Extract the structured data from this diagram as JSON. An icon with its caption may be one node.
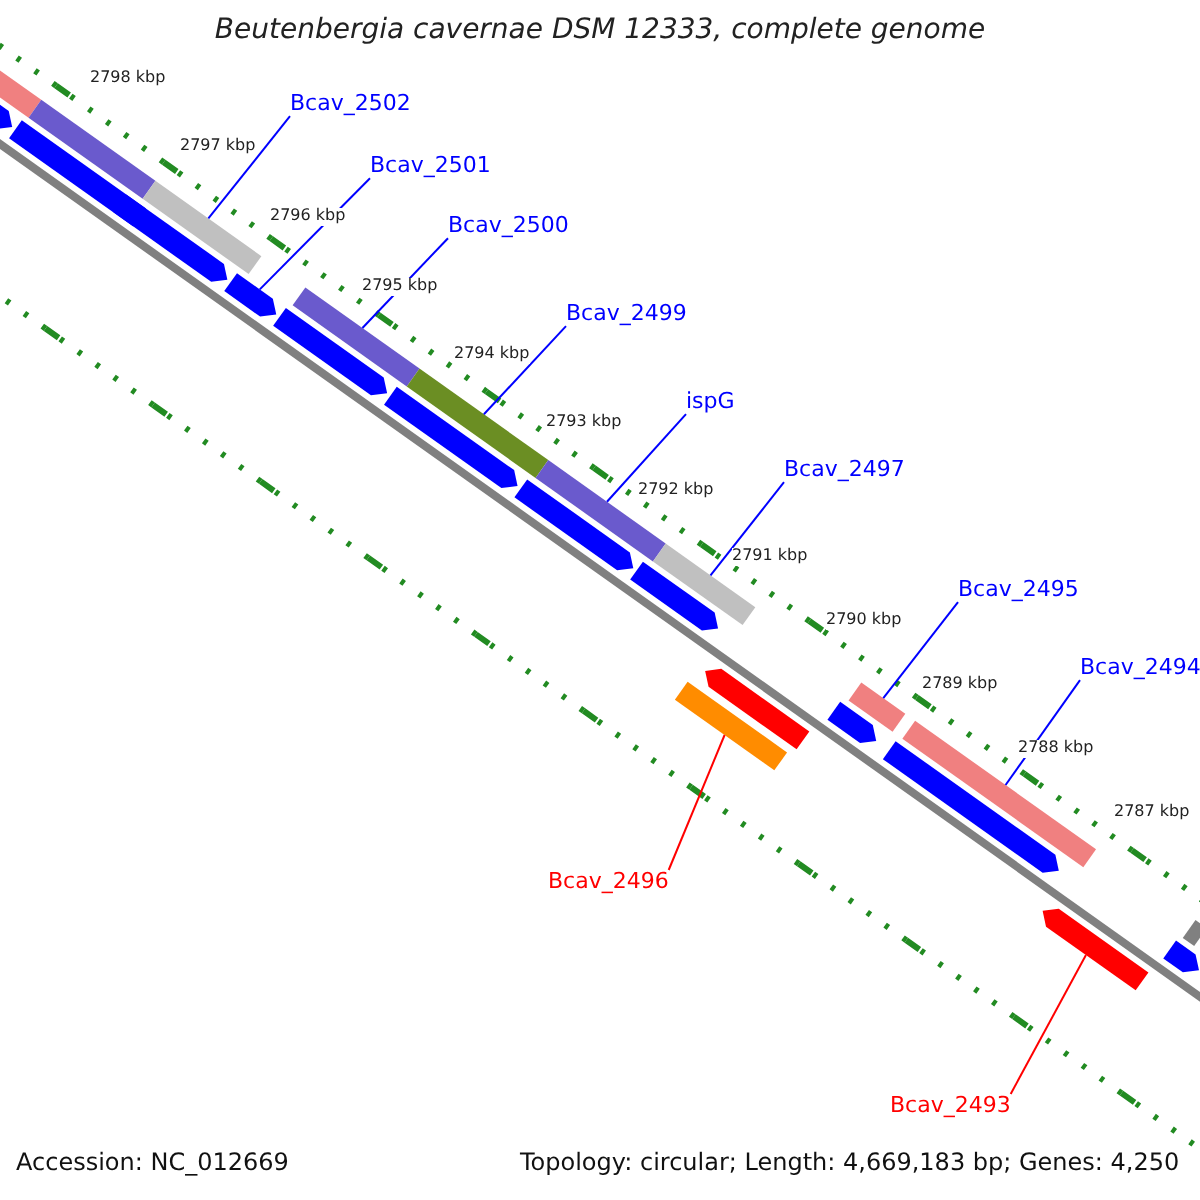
{
  "diagram": {
    "title": "Beutenbergia cavernae DSM 12333, complete genome",
    "nodes": [
      {
        "text": [
          "Bcav_2502"
        ]
      },
      {
        "text": [
          "Bcav_2501"
        ]
      },
      {
        "text": [
          "Bcav_2500"
        ]
      },
      {
        "text": [
          "Bcav_2499"
        ]
      },
      {
        "text": [
          "ispG"
        ]
      },
      {
        "text": [
          "Bcav_2497"
        ]
      },
      {
        "text": [
          "Bcav_2495"
        ]
      },
      {
        "text": [
          "Bcav_2494"
        ]
      },
      {
        "text": [
          "Bcav_2496"
        ]
      },
      {
        "text": [
          "Bcav_2493"
        ]
      },
      {
        "text": [],
        "shape": "bar"
      },
      {
        "text": [],
        "shape": "bar"
      },
      {
        "text": [],
        "shape": "bar"
      },
      {
        "text": [],
        "shape": "bar"
      },
      {
        "text": [],
        "shape": "bar"
      },
      {
        "text": [],
        "shape": "bar"
      },
      {
        "text": [],
        "shape": "bar"
      },
      {
        "text": [],
        "shape": "bar"
      },
      {
        "text": [],
        "shape": "bar"
      },
      {
        "text": [],
        "shape": "bar"
      },
      {
        "text": [],
        "shape": "arrow"
      },
      {
        "text": [],
        "shape": "arrow"
      },
      {
        "text": [],
        "shape": "arrow"
      },
      {
        "text": [],
        "shape": "arrow"
      },
      {
        "text": [],
        "shape": "arrow"
      },
      {
        "text": [],
        "shape": "arrow"
      },
      {
        "text": [],
        "shape": "arrow"
      },
      {
        "text": [],
        "shape": "arrow"
      },
      {
        "text": [],
        "shape": "arrow"
      },
      {
        "text": [],
        "shape": "arrow"
      },
      {
        "text": [],
        "shape": "arrow"
      },
      {
        "text": [],
        "shape": "bar"
      },
      {
        "text": [],
        "shape": "arrow"
      },
      {
        "text": [],
        "shape": "arrow"
      }
    ],
    "edges": [
      {
        "from": 0,
        "to": 12,
        "arrow": "none"
      },
      {
        "from": 1,
        "to": 23,
        "arrow": "none"
      },
      {
        "from": 2,
        "to": 13,
        "arrow": "none"
      },
      {
        "from": 3,
        "to": 14,
        "arrow": "none"
      },
      {
        "from": 4,
        "to": 15,
        "arrow": "none"
      },
      {
        "from": 5,
        "to": 16,
        "arrow": "none"
      },
      {
        "from": 6,
        "to": 17,
        "arrow": "none"
      },
      {
        "from": 7,
        "to": 18,
        "arrow": "none"
      },
      {
        "from": 8,
        "to": 31,
        "arrow": "none",
        "color": "#ff0000"
      },
      {
        "from": 9,
        "to": 33,
        "arrow": "none",
        "color": "#ff0000"
      }
    ],
    "labels": [
      "2798 kbp",
      "2797 kbp",
      "2796 kbp",
      "2795 kbp",
      "2794 kbp",
      "2793 kbp",
      "2792 kbp",
      "2791 kbp",
      "2790 kbp",
      "2789 kbp",
      "2788 kbp",
      "2787 kbp",
      "Accession: NC_012669",
      "Topology: circular; Length: 4,669,183 bp; Genes: 4,250"
    ]
  }
}
